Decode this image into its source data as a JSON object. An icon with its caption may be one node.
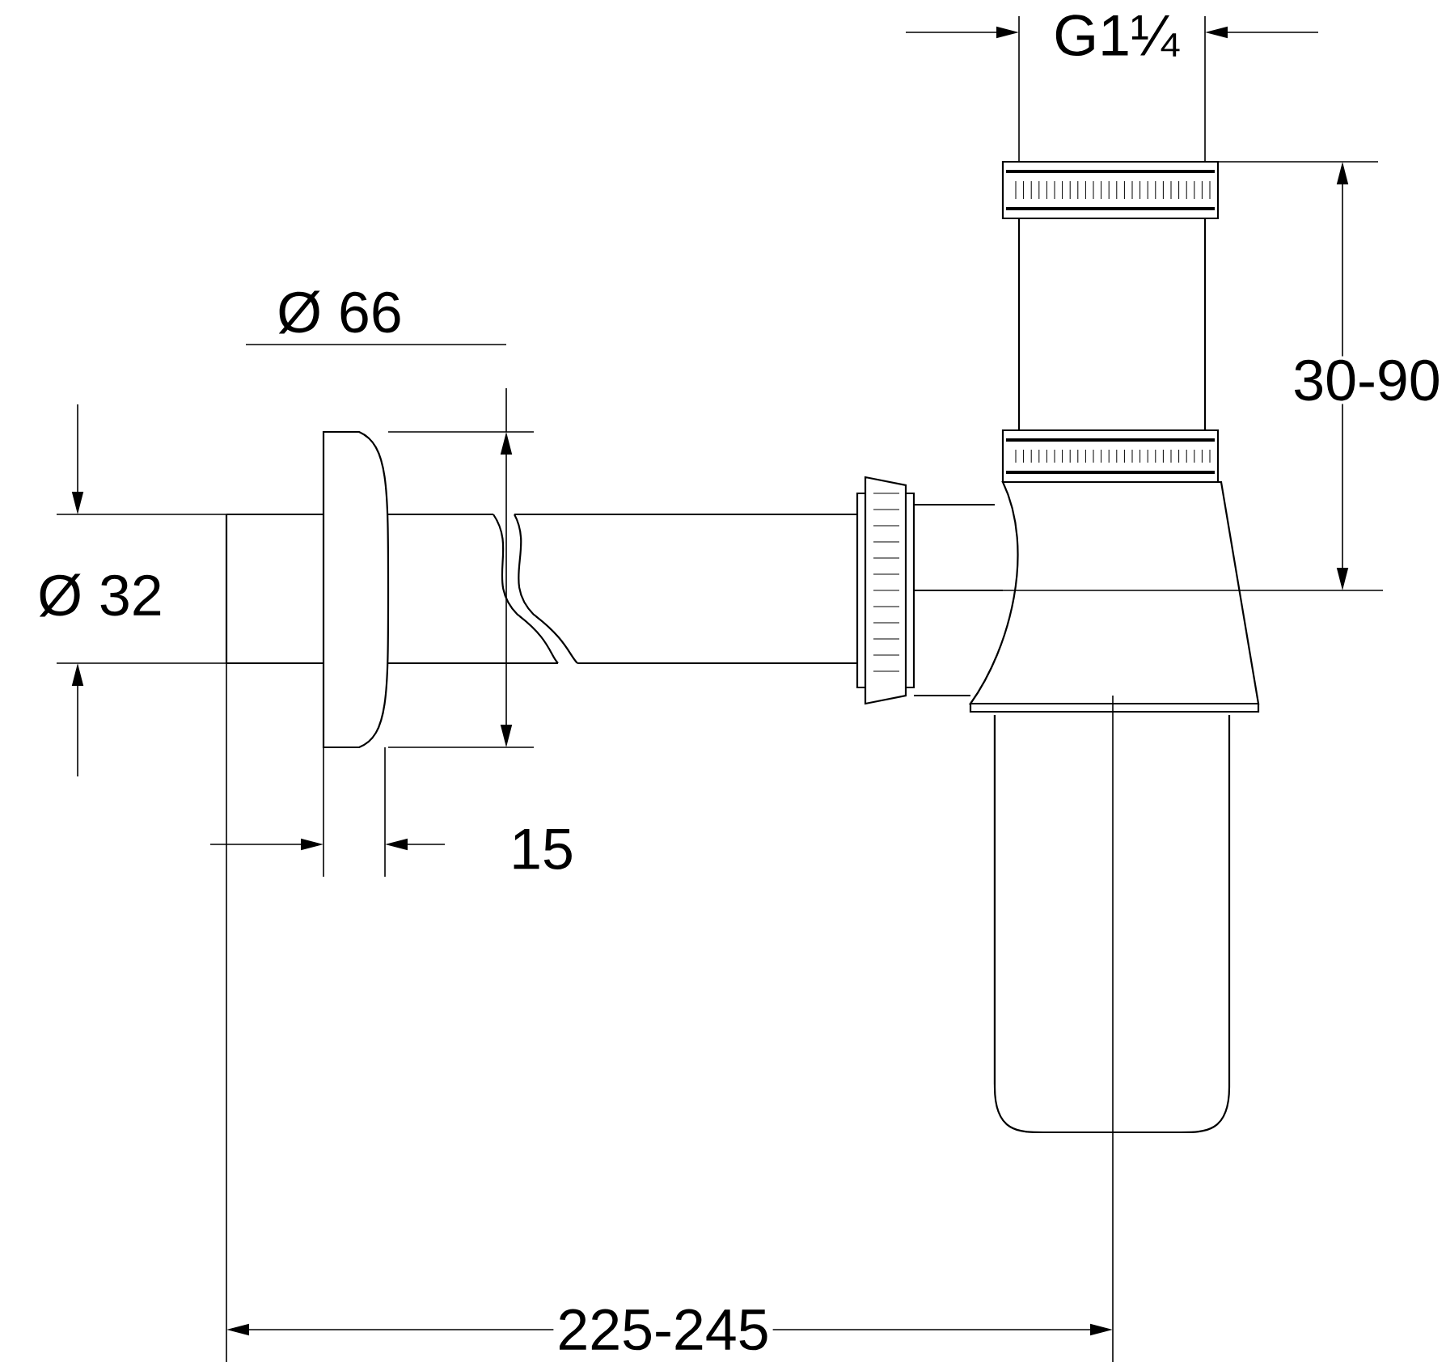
{
  "diagram": {
    "labels": [
      "G1¼",
      "Ø 66",
      "30-90",
      "Ø 32",
      "15",
      "225-245"
    ]
  }
}
